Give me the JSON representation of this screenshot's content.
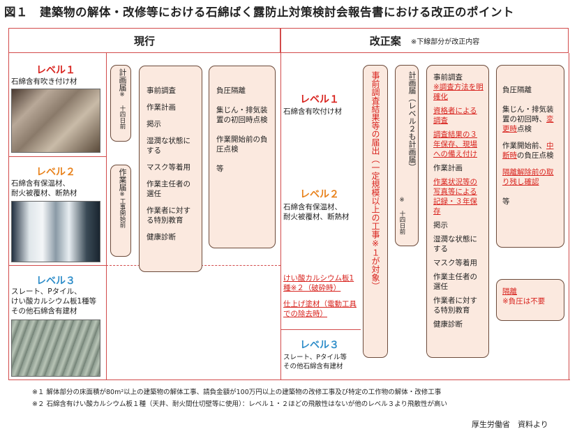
{
  "title": "図１　建築物の解体・改修等における石綿ばく露防止対策検討会報告書における改正のポイント",
  "headers": {
    "current": "現行",
    "revised": "改正案",
    "revised_note": "※下線部分が改正内容"
  },
  "levels": {
    "l1": {
      "name": "レベル１",
      "desc": "石綿含有吹き付け材",
      "desc_r": "石綿含有吹付け材"
    },
    "l2": {
      "name": "レベル２",
      "desc": "石綿含有保温材、\n耐火被覆材、断熱材",
      "desc_r": "石綿含有保温材、\n耐火被覆材、断熱材"
    },
    "l3": {
      "name": "レベル３",
      "desc": "スレート、Pタイル、\nけい酸カルシウム板1種等\nその他石綿含有建材",
      "desc_r": "スレート、Pタイル等\nその他石綿含有建材"
    }
  },
  "current": {
    "notify1": "計画届",
    "notify1_note": "※\n十四日前",
    "notify2": "作業届",
    "notify2_note": "※工事開始前",
    "work_items": [
      "事前調査",
      "作業計画",
      "掲示",
      "湿潤な状態にする",
      "マスク等着用",
      "作業主任者の選任",
      "作業者に対する特別教育",
      "健康診断"
    ],
    "negative_items": [
      "負圧隔離",
      "集じん・排気装置の初回時点検",
      "作業開始前の負圧点検",
      "等"
    ]
  },
  "revised": {
    "l3_extra1": "けい酸カルシウム板1種※２（破砕時）",
    "l3_extra2": "仕上げ塗材（電動工具での除去時）",
    "survey_notify": "事前調査結果等の届出（一定規模以上の工事※１が対象）",
    "plan_notify": "計画届（レベル２も計画届）",
    "plan_notify_note": "※\n十四日前",
    "work_head": "事前調査",
    "work_red": [
      "※調査方法を明確化",
      "資格者による調査",
      "調査結果の３年保存、現場への備え付け"
    ],
    "work_plain1": "作業計画",
    "work_red2": "作業状況等の写真等による記録・３年保存",
    "work_items": [
      "掲示",
      "湿潤な状態にする",
      "マスク等着用",
      "作業主任者の選任",
      "作業者に対する特別教育",
      "健康診断"
    ],
    "neg_head": "負圧隔離",
    "neg1a": "集じん・排気装置の初回時、",
    "neg1b": "変更時",
    "neg1c": "点検",
    "neg2a": "作業開始前、",
    "neg2b": "中断時",
    "neg2c": "の負圧点検",
    "neg3": "隔離解除前の取り残し確認",
    "neg4": "等",
    "iso_label": "隔離",
    "iso_note": "※負圧は不要"
  },
  "footnotes": {
    "fn1": "※１ 解体部分の床面積が80m²以上の建築物の解体工事、請負金額が100万円以上の建築物の改修工事及び特定の工作物の解体・改修工事",
    "fn2": "※２ 石綿含有けい酸カルシウム板１種（天井、耐火間仕切壁等に使用）：レベル１・２ほどの飛散性はないが他のレベル３より飛散性が高い",
    "source": "厚生労働省　資料より"
  },
  "colors": {
    "frame": "#d24a4a",
    "box_fill": "#fbe9df",
    "box_border": "#6b4a3a",
    "level1": "#d8231e",
    "level2": "#e8821c",
    "level3": "#2e8dc9"
  }
}
